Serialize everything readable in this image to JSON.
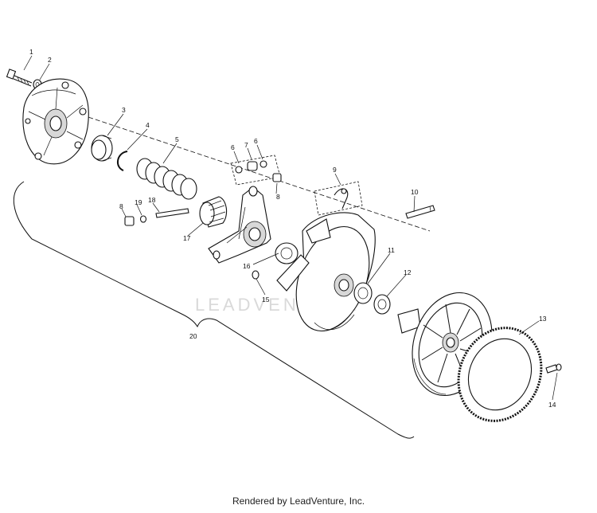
{
  "watermark": "LEADVENTURE",
  "footer": "Rendered by LeadVenture, Inc.",
  "callouts": {
    "c1": "1",
    "c2": "2",
    "c3": "3",
    "c4": "4",
    "c5": "5",
    "c6a": "6",
    "c6b": "6",
    "c7": "7",
    "c8a": "8",
    "c8b": "8",
    "c9": "9",
    "c10": "10",
    "c11": "11",
    "c12": "12",
    "c13": "13",
    "c14": "14",
    "c15": "15",
    "c16": "16",
    "c17": "17",
    "c18": "18",
    "c19": "19",
    "c20": "20"
  }
}
